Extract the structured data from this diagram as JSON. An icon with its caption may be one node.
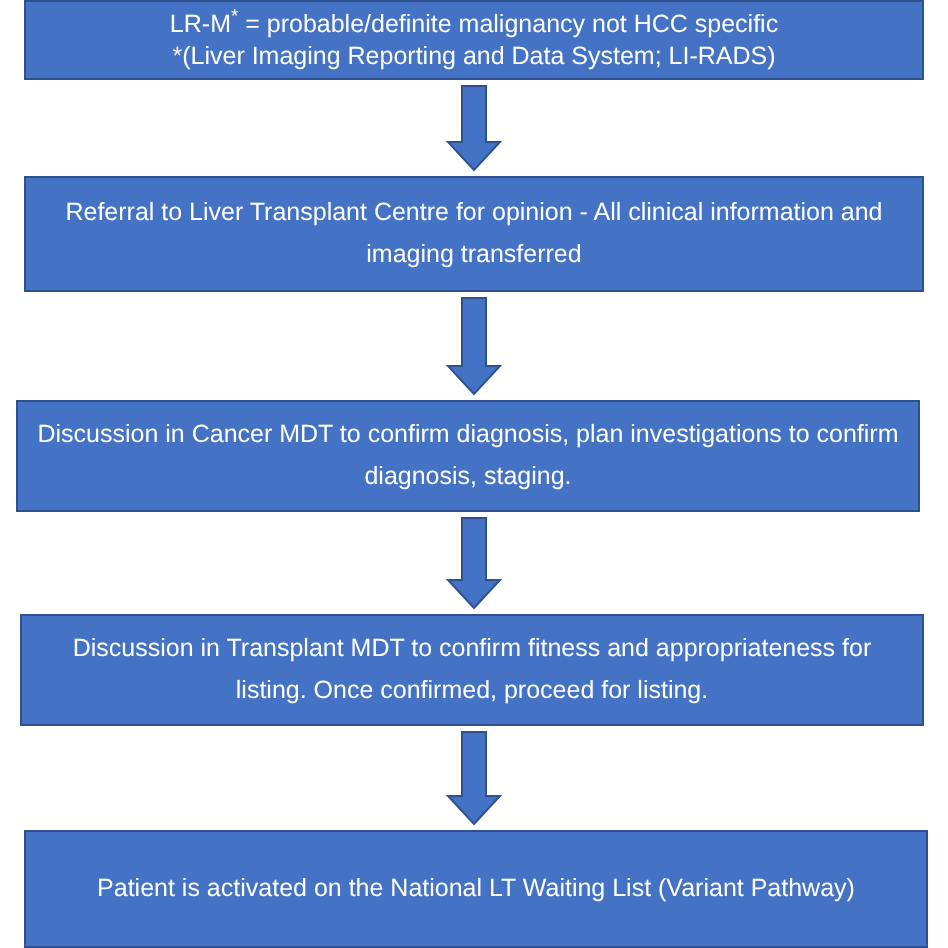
{
  "diagram": {
    "nodes": [
      {
        "text": [
          "LR-M$^{*}$ = probable/definite malignancy not HCC specific",
          "*(Liver Imaging Reporting and Data System; LI-RADS)"
        ]
      },
      {
        "text": [
          "Referral to Liver Transplant Centre for opinion - All clinical information and imaging transferred"
        ]
      },
      {
        "text": [
          "Discussion in Cancer MDT to confirm diagnosis, plan investigations to confirm diagnosis, staging."
        ]
      },
      {
        "text": [
          "Discussion in Transplant MDT to confirm fitness and appropriateness for listing. Once confirmed, proceed for listing."
        ]
      },
      {
        "text": [
          "Patient is activated on the National LT Waiting List (Variant Pathway)"
        ]
      }
    ],
    "edges": [
      {
        "from": 0,
        "to": 1,
        "arrow": "to"
      },
      {
        "from": 1,
        "to": 2,
        "arrow": "to"
      },
      {
        "from": 2,
        "to": 3,
        "arrow": "to"
      },
      {
        "from": 3,
        "to": 4,
        "arrow": "to"
      }
    ]
  }
}
